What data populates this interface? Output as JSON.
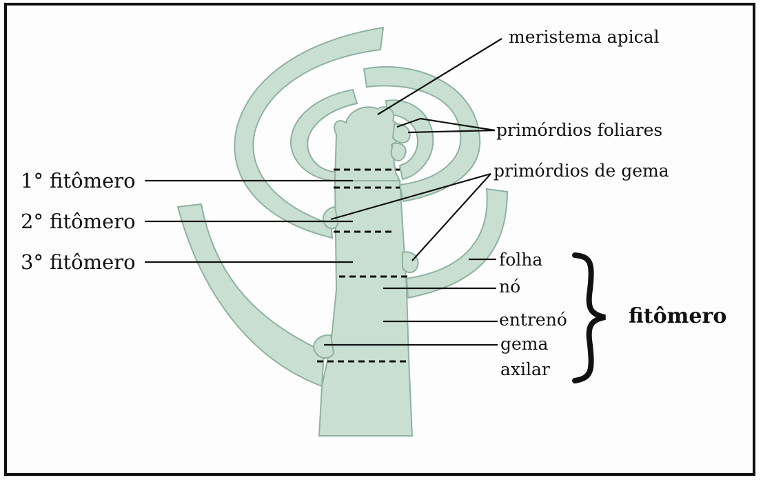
{
  "labels": {
    "meristema_apical": "meristema apical",
    "primordios_foliares": "primórdios foliares",
    "primordios_de_gema": "primórdios de gema",
    "fitomero_1": "1° fitômero",
    "fitomero_2": "2° fitômero",
    "fitomero_3": "3° fitômero",
    "folha": "folha",
    "no": "nó",
    "entreno": "entrenó",
    "gema": "gema",
    "axilar": "axilar",
    "fitomero": "fitômero"
  },
  "colors": {
    "plant_fill": "#c8dfd2",
    "plant_outline": "#8fb2a0",
    "ink": "#111111"
  }
}
